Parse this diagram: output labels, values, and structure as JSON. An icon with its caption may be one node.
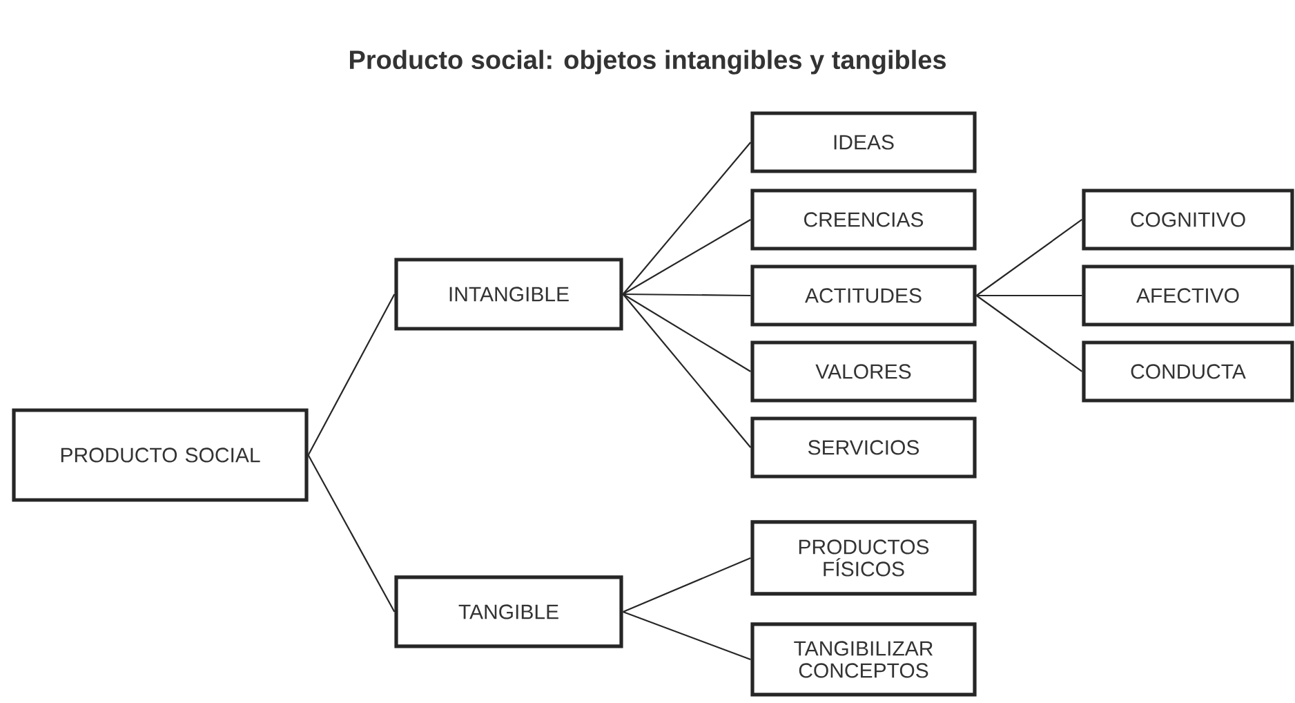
{
  "diagram": {
    "title": "Producto social: objetos intangibles y tangibles",
    "nodes": [
      {
        "text": [
          "PRODUCTO SOCIAL"
        ]
      },
      {
        "text": [
          "INTANGIBLE"
        ]
      },
      {
        "text": [
          "TANGIBLE"
        ]
      },
      {
        "text": [
          "IDEAS"
        ]
      },
      {
        "text": [
          "CREENCIAS"
        ]
      },
      {
        "text": [
          "ACTITUDES"
        ]
      },
      {
        "text": [
          "VALORES"
        ]
      },
      {
        "text": [
          "SERVICIOS"
        ]
      },
      {
        "text": [
          "PRODUCTOS FÍSICOS"
        ]
      },
      {
        "text": [
          "TANGIBILIZAR CONCEPTOS"
        ]
      },
      {
        "text": [
          "COGNITIVO"
        ]
      },
      {
        "text": [
          "AFECTIVO"
        ]
      },
      {
        "text": [
          "CONDUCTA"
        ]
      }
    ],
    "edges": [
      {
        "from": 0,
        "to": 1,
        "arrow": "none"
      },
      {
        "from": 0,
        "to": 2,
        "arrow": "none"
      },
      {
        "from": 1,
        "to": 3,
        "arrow": "none"
      },
      {
        "from": 1,
        "to": 4,
        "arrow": "none"
      },
      {
        "from": 1,
        "to": 5,
        "arrow": "none"
      },
      {
        "from": 1,
        "to": 6,
        "arrow": "none"
      },
      {
        "from": 1,
        "to": 7,
        "arrow": "none"
      },
      {
        "from": 2,
        "to": 8,
        "arrow": "none"
      },
      {
        "from": 2,
        "to": 9,
        "arrow": "none"
      },
      {
        "from": 5,
        "to": 10,
        "arrow": "none"
      },
      {
        "from": 5,
        "to": 11,
        "arrow": "none"
      },
      {
        "from": 5,
        "to": 12,
        "arrow": "none"
      }
    ]
  }
}
